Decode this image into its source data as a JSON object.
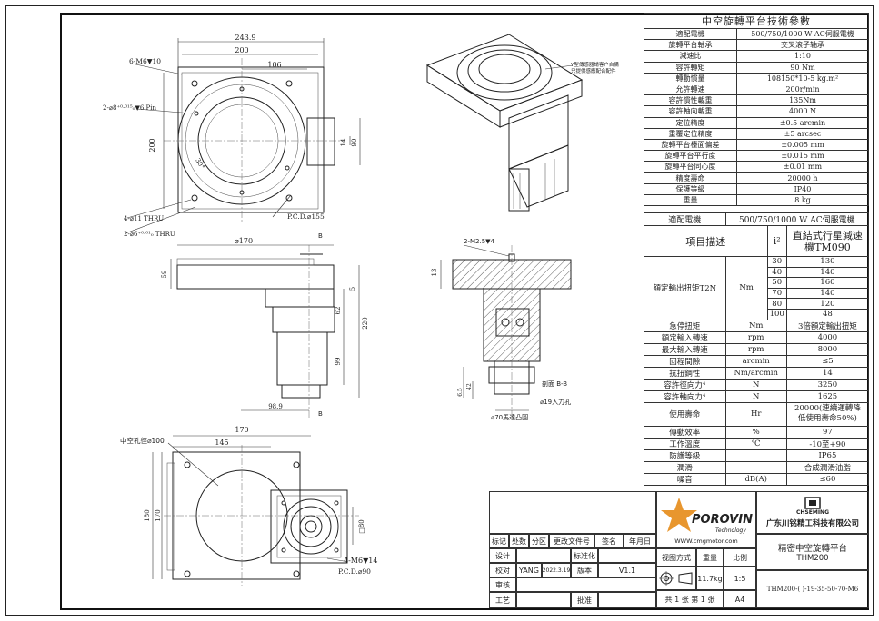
{
  "spec_table": {
    "title": "中空旋轉平台技術參數",
    "rows": [
      {
        "label": "適配電機",
        "value": "500/750/1000 W AC伺服電機"
      },
      {
        "label": "旋轉平台軸承",
        "value": "交叉滚子轴承"
      },
      {
        "label": "減速比",
        "value": "1:10"
      },
      {
        "label": "容許轉矩",
        "value": "90 Nm"
      },
      {
        "label": "轉動慣量",
        "value": "108150*10-5 kg.m²"
      },
      {
        "label": "允許轉速",
        "value": "200r/min"
      },
      {
        "label": "容許慣性載重",
        "value": "135Nm"
      },
      {
        "label": "容許軸向載重",
        "value": "4000 N"
      },
      {
        "label": "定位精度",
        "value": "±0.5 arcmin"
      },
      {
        "label": "重覆定位精度",
        "value": "±5 arcsec"
      },
      {
        "label": "旋轉平台檯面偏差",
        "value": "±0.005 mm"
      },
      {
        "label": "旋轉平台平行度",
        "value": "±0.015 mm"
      },
      {
        "label": "旋轉平台同心度",
        "value": "±0.01 mm"
      },
      {
        "label": "精度壽命",
        "value": "20000 h"
      },
      {
        "label": "保護等級",
        "value": "IP40"
      },
      {
        "label": "重量",
        "value": "8 kg"
      }
    ]
  },
  "gear_table": {
    "motor_label": "適配電機",
    "motor_value": "500/750/1000 W AC伺服電機",
    "item_desc": "項目描述",
    "ratio_symbol": "i²",
    "reducer_name": "直結式行星減速機TM090",
    "rated_torque_label": "額定輸出扭矩T2N",
    "rated_torque_unit": "Nm",
    "ratio_rows": [
      {
        "ratio": "30",
        "value": "130"
      },
      {
        "ratio": "40",
        "value": "140"
      },
      {
        "ratio": "50",
        "value": "160"
      },
      {
        "ratio": "70",
        "value": "140"
      },
      {
        "ratio": "80",
        "value": "120"
      },
      {
        "ratio": "100",
        "value": "48"
      }
    ],
    "rows": [
      {
        "label": "急停扭矩",
        "unit": "Nm",
        "value": "3倍額定輸出扭矩"
      },
      {
        "label": "額定輸入轉速",
        "unit": "rpm",
        "value": "4000"
      },
      {
        "label": "最大輸入轉速",
        "unit": "rpm",
        "value": "8000"
      },
      {
        "label": "回程間隙",
        "unit": "arcmin",
        "value": "≤5"
      },
      {
        "label": "抗扭鋼性",
        "unit": "Nm/arcmin",
        "value": "14"
      },
      {
        "label": "容許徑向力⁴",
        "unit": "N",
        "value": "3250"
      },
      {
        "label": "容許軸向力⁴",
        "unit": "N",
        "value": "1625"
      }
    ],
    "life_label": "使用壽命",
    "life_unit": "Hr",
    "life_value_1": "20000(連續運轉降",
    "life_value_2": "低使用壽命50%)",
    "rows2": [
      {
        "label": "傳動效率",
        "unit": "%",
        "value": "97"
      },
      {
        "label": "工作溫度",
        "unit": "℃",
        "value": "-10至+90"
      },
      {
        "label": "防護等級",
        "unit": "",
        "value": "IP65"
      },
      {
        "label": "潤滑",
        "unit": "",
        "value": "合成潤滑油脂"
      },
      {
        "label": "噪音",
        "unit": "dB(A)",
        "value": "≤60"
      }
    ]
  },
  "title_block": {
    "labels": {
      "mark": "标记",
      "count": "处数",
      "zone": "分区",
      "change_doc": "更改文件号",
      "sign": "签名",
      "date": "年月日",
      "design": "设计",
      "standardize": "标准化",
      "check": "校对",
      "approve_review": "审核",
      "process": "工艺",
      "approve": "批准",
      "version": "版本",
      "view_mode": "视图方式",
      "weight": "重量",
      "scale": "比例"
    },
    "checker_name": "YANG",
    "check_date": "2022.3.19",
    "version_value": "V1.1",
    "weight_value": "11.7kg",
    "scale_value": "1:5",
    "sheet_info": "共 1 张 第 1 张",
    "paper_size": "A4",
    "brand_name": "POROVIN",
    "brand_sub": "Technology",
    "website": "WWW.cmgmotor.com",
    "company_logo_text": "CHSEMING",
    "company_name": "广东川铭精工科技有限公司",
    "product_name": "精密中空旋轉平台",
    "product_model": "THM200",
    "part_number": "THM200-(    )-19-35-50-70-M6"
  },
  "drawing": {
    "top_view": {
      "dim_243_9": "243.9",
      "dim_200_top": "200",
      "dim_106": "106",
      "dim_200_side": "200",
      "dim_14": "14",
      "dim_90": "90",
      "note_holes_m6": "6-M6▼10",
      "note_pin": "2-⌀8⁺⁰·⁰¹⁵₀▼6 Pin",
      "angle_30": "30°",
      "pcd_155": "P.C.D.⌀155",
      "note_thru_11": "4-⌀11 THRU",
      "note_thru_6": "2-⌀6⁺⁰·⁰¹₀ THRU"
    },
    "iso_note_1": "Y型傳感器請客户自備",
    "iso_note_2": "只提供感應配合配件",
    "front_view": {
      "dim_170": "⌀170",
      "dim_59": "59",
      "dim_5": "5",
      "dim_62": "62",
      "dim_220": "220",
      "dim_99": "99",
      "dim_98_9": "98.9",
      "label_b1": "B",
      "label_b2": "B"
    },
    "section_view": {
      "note_m2_5": "2-M2.5▼4",
      "dim_13": "13",
      "dim_6_5": "6.5",
      "dim_42": "42",
      "section_label": "剖面 B-B",
      "note_19_input": "⌀19入力孔",
      "note_70_boss": "⌀70馬達凸圓"
    },
    "bottom_view": {
      "dim_170": "170",
      "dim_145": "145",
      "dim_180": "180",
      "dim_170_side": "170",
      "dim_80": "□80",
      "hollow_hole": "中空孔徑⌀100",
      "note_m6_14": "4-M6▼14",
      "pcd_90": "P.C.D.⌀90"
    }
  }
}
